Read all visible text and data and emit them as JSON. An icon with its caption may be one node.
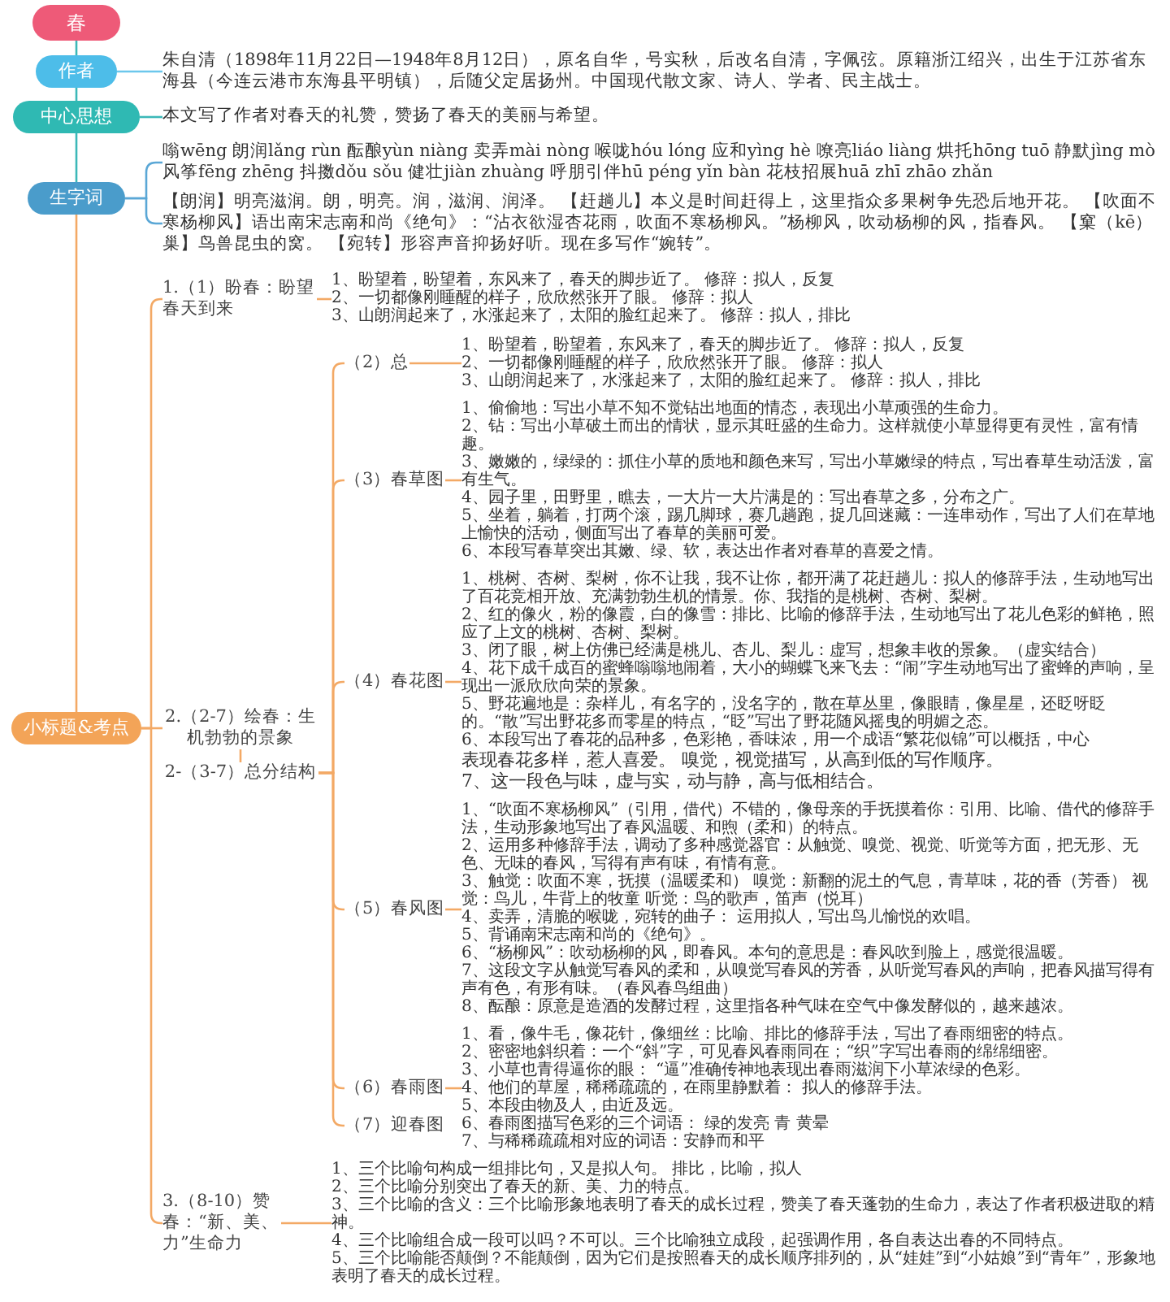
{
  "diagram": {
    "nodes": [
      {
        "text": [
          "春"
        ]
      },
      {
        "text": [
          "作者"
        ]
      },
      {
        "text": [
          "朱自清（1898年11月22日—1948年8月12日），原名自华，号实秋，后改名自清，字佩弦。原籍浙江绍兴，出生于江苏省东海县（今连云港市东海县平明镇），后随父定居扬州。中国现代散文家、诗人、学者、民主战士。"
        ]
      },
      {
        "text": [
          "中心思想"
        ]
      },
      {
        "text": [
          "本文写了作者对春天的礼赞，赞扬了春天的美丽与希望。"
        ]
      },
      {
        "text": [
          "生字词"
        ]
      },
      {
        "text": [
          "嗡wēng 朗润lǎng rùn 酝酿yùn niàng 卖弄mài nòng 喉咙hóu lóng 应和yìng hè 嘹亮liáo liàng 烘托hōng tuō 静默jìng mò 风筝fēng zhēng 抖擞dǒu sǒu 健壮jiàn zhuàng 呼朋引伴hū péng yǐn bàn 花枝招展huā zhī zhāo zhǎn"
        ]
      },
      {
        "text": [
          "【朗润】明亮滋润。朗，明亮。润，滋润、润泽。 【赶趟儿】本义是时间赶得上，这里指众多果树争先恐后地开花。 【吹面不寒杨柳风】语出南宋志南和尚《绝句》：“沾衣欲湿杏花雨，吹面不寒杨柳风。”杨柳风，吹动杨柳的风，指春风。 【窠（kē）巢】鸟兽昆虫的窝。 【宛转】形容声音抑扬好听。现在多写作“婉转”。"
        ]
      },
      {
        "text": [
          "小标题&考点"
        ]
      },
      {
        "text": [
          "1.（1）盼春：盼望春天到来"
        ]
      },
      {
        "text": [
          "1、盼望着，盼望着，东风来了，春天的脚步近了。 修辞：拟人，反复",
          "2、一切都像刚睡醒的样子，欣欣然张开了眼。 修辞：拟人",
          "3、山朗润起来了，水涨起来了，太阳的脸红起来了。 修辞：拟人，排比"
        ]
      },
      {
        "text": [
          "2.（2-7）绘春：生机勃勃的景象"
        ]
      },
      {
        "text": [
          "2-（3-7）总分结构"
        ]
      },
      {
        "text": [
          "（2）总"
        ]
      },
      {
        "text": [
          "1、盼望着，盼望着，东风来了，春天的脚步近了。 修辞：拟人，反复",
          "2、一切都像刚睡醒的样子，欣欣然张开了眼。 修辞：拟人",
          "3、山朗润起来了，水涨起来了，太阳的脸红起来了。 修辞：拟人，排比"
        ]
      },
      {
        "text": [
          "（3）春草图"
        ]
      },
      {
        "text": [
          "1、偷偷地：写出小草不知不觉钻出地面的情态，表现出小草顽强的生命力。",
          "2、钻：写出小草破土而出的情状，显示其旺盛的生命力。这样就使小草显得更有灵性，富有情趣。",
          "3、嫩嫩的，绿绿的：抓住小草的质地和颜色来写，写出小草嫩绿的特点，写出春草生动活泼，富有生气。",
          "4、园子里，田野里，瞧去，一大片一大片满是的：写出春草之多，分布之广。",
          "5、坐着，躺着，打两个滚，踢几脚球，赛几趟跑，捉几回迷藏：一连串动作，写出了人们在草地上愉快的活动，侧面写出了春草的美丽可爱。",
          "6、本段写春草突出其嫩、绿、软，表达出作者对春草的喜爱之情。"
        ]
      },
      {
        "text": [
          "（4）春花图"
        ]
      },
      {
        "text": [
          "1、桃树、杏树、梨树，你不让我，我不让你，都开满了花赶趟儿：拟人的修辞手法，生动地写出了百花竞相开放、充满勃勃生机的情景。你、我指的是桃树、杏树、梨树。",
          "2、红的像火，粉的像霞，白的像雪：排比、比喻的修辞手法，生动地写出了花儿色彩的鲜艳，照应了上文的桃树、杏树、梨树。",
          "3、闭了眼，树上仿佛已经满是桃儿、杏儿、梨儿：虚写，想象丰收的景象。（虚实结合）",
          "4、花下成千成百的蜜蜂嗡嗡地闹着，大小的蝴蝶飞来飞去：“闹”字生动地写出了蜜蜂的声响，呈现出一派欣欣向荣的景象。",
          "5、野花遍地是：杂样儿，有名字的，没名字的，散在草丛里，像眼睛，像星星，还眨呀眨的。“散”写出野花多而零星的特点，“眨”写出了野花随风摇曳的明媚之态。",
          "6、本段写出了春花的品种多，色彩艳，香味浓，用一个成语“繁花似锦”可以概括，中心",
          "表现春花多样，惹人喜爱。 嗅觉，视觉描写，从高到低的写作顺序。",
          "7、这一段色与味，虚与实，动与静，高与低相结合。"
        ]
      },
      {
        "text": [
          "（5）春风图"
        ]
      },
      {
        "text": [
          "1、“吹面不寒杨柳风”（引用，借代）不错的，像母亲的手抚摸着你：引用、比喻、借代的修辞手法，生动形象地写出了春风温暖、和煦（柔和）的特点。",
          "2、运用多种修辞手法，调动了多种感觉器官：从触觉、嗅觉、视觉、听觉等方面，把无形、无色、无味的春风，写得有声有味，有情有意。",
          "3、触觉：吹面不寒，抚摸（温暖柔和） 嗅觉：新翻的泥土的气息，青草味，花的香（芳香） 视觉：鸟儿，牛背上的牧童 听觉：鸟的歌声，笛声（悦耳）",
          "4、卖弄，清脆的喉咙，宛转的曲子： 运用拟人，写出鸟儿愉悦的欢唱。",
          "5、背诵南宋志南和尚的《绝句》。",
          "6、“杨柳风”：吹动杨柳的风，即春风。本句的意思是：春风吹到脸上，感觉很温暖。",
          "7、这段文字从触觉写春风的柔和，从嗅觉写春风的芳香，从听觉写春风的声响，把春风描写得有声有色，有形有味。（春风春鸟组曲）",
          "8、酝酿：原意是造酒的发酵过程，这里指各种气味在空气中像发酵似的，越来越浓。"
        ]
      },
      {
        "text": [
          "（6）春雨图"
        ]
      },
      {
        "text": [
          "1、看，像牛毛，像花针，像细丝：比喻、排比的修辞手法，写出了春雨细密的特点。",
          "2、密密地斜织着：一个“斜”字，可见春风春雨同在；“织”字写出春雨的绵绵细密。",
          "3、小草也青得逼你的眼： “逼”准确传神地表现出春雨滋润下小草浓绿的色彩。",
          "4、他们的草屋，稀稀疏疏的，在雨里静默着： 拟人的修辞手法。",
          "5、本段由物及人，由近及远。",
          "6、春雨图描写色彩的三个词语： 绿的发亮 青 黄晕",
          "7、与稀稀疏疏相对应的词语：安静而和平"
        ]
      },
      {
        "text": [
          "（7）迎春图"
        ]
      },
      {
        "text": [
          "3.（8-10）赞春：“新、美、力”生命力"
        ]
      },
      {
        "text": [
          "1、三个比喻句构成一组排比句，又是拟人句。 排比，比喻，拟人",
          "2、三个比喻分别突出了春天的新、美、力的特点。",
          "3、三个比喻的含义：三个比喻形象地表明了春天的成长过程，赞美了春天蓬勃的生命力，表达了作者积极进取的精神。",
          "4、三个比喻组合成一段可以吗？不可以。三个比喻独立成段，起强调作用，各自表达出春的不同特点。",
          "5、三个比喻能否颠倒？不能颠倒，因为它们是按照春天的成长顺序排列的，从“娃娃”到“小姑娘”到“青年”，形象地表明了春天的成长过程。"
        ]
      }
    ],
    "edges": [
      {
        "from": 0,
        "to": 1,
        "arrow": "none",
        "color": "#3cb8b8"
      },
      {
        "from": 1,
        "to": 2,
        "arrow": "none",
        "color": "#6cc7ec"
      },
      {
        "from": 1,
        "to": 3,
        "arrow": "none",
        "color": "#3cb8b8"
      },
      {
        "from": 3,
        "to": 4,
        "arrow": "none",
        "color": "#3cb8b8"
      },
      {
        "from": 3,
        "to": 5,
        "arrow": "none",
        "color": "#3cb8b8"
      },
      {
        "from": 5,
        "to": 6,
        "arrow": "none",
        "color": "#5aa7d6"
      },
      {
        "from": 5,
        "to": 7,
        "arrow": "none",
        "color": "#5aa7d6"
      },
      {
        "from": 5,
        "to": 8,
        "arrow": "none"
      },
      {
        "from": 8,
        "to": 9,
        "arrow": "none"
      },
      {
        "from": 9,
        "to": 10,
        "arrow": "none"
      },
      {
        "from": 8,
        "to": 11,
        "arrow": "none"
      },
      {
        "from": 11,
        "to": 12,
        "arrow": "none"
      },
      {
        "from": 12,
        "to": 13,
        "arrow": "none"
      },
      {
        "from": 13,
        "to": 14,
        "arrow": "none"
      },
      {
        "from": 12,
        "to": 15,
        "arrow": "none"
      },
      {
        "from": 15,
        "to": 16,
        "arrow": "none"
      },
      {
        "from": 12,
        "to": 17,
        "arrow": "none"
      },
      {
        "from": 17,
        "to": 18,
        "arrow": "none"
      },
      {
        "from": 12,
        "to": 19,
        "arrow": "none"
      },
      {
        "from": 19,
        "to": 20,
        "arrow": "none"
      },
      {
        "from": 12,
        "to": 21,
        "arrow": "none"
      },
      {
        "from": 21,
        "to": 22,
        "arrow": "none"
      },
      {
        "from": 12,
        "to": 23,
        "arrow": "none"
      },
      {
        "from": 8,
        "to": 24,
        "arrow": "none"
      },
      {
        "from": 24,
        "to": 25,
        "arrow": "none"
      }
    ]
  }
}
